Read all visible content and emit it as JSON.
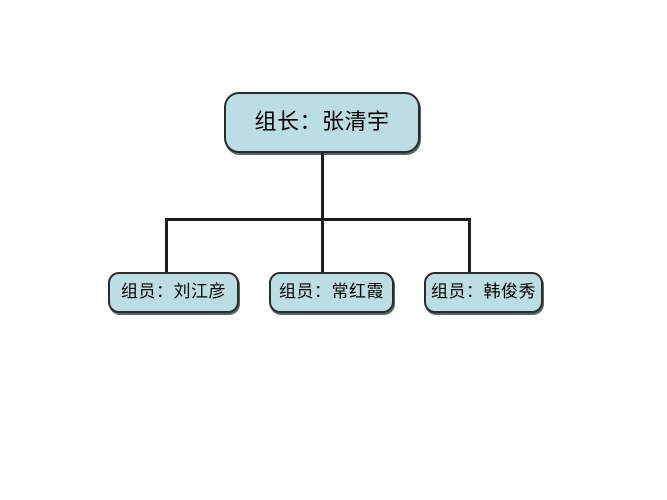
{
  "chart": {
    "type": "org-chart",
    "background_color": "#ffffff",
    "node_fill_color": "#bcdde1",
    "node_border_color": "#2b2b2b",
    "connector_color": "#1c1c1c",
    "text_color": "#000000",
    "root": {
      "label": "组长：张清宇",
      "role": "组长",
      "name": "张清宇"
    },
    "children": [
      {
        "label": "组员：刘江彦",
        "role": "组员",
        "name": "刘江彦"
      },
      {
        "label": "组员：常红霞",
        "role": "组员",
        "name": "常红霞"
      },
      {
        "label": "组员：韩俊秀",
        "role": "组员",
        "name": "韩俊秀"
      }
    ]
  }
}
